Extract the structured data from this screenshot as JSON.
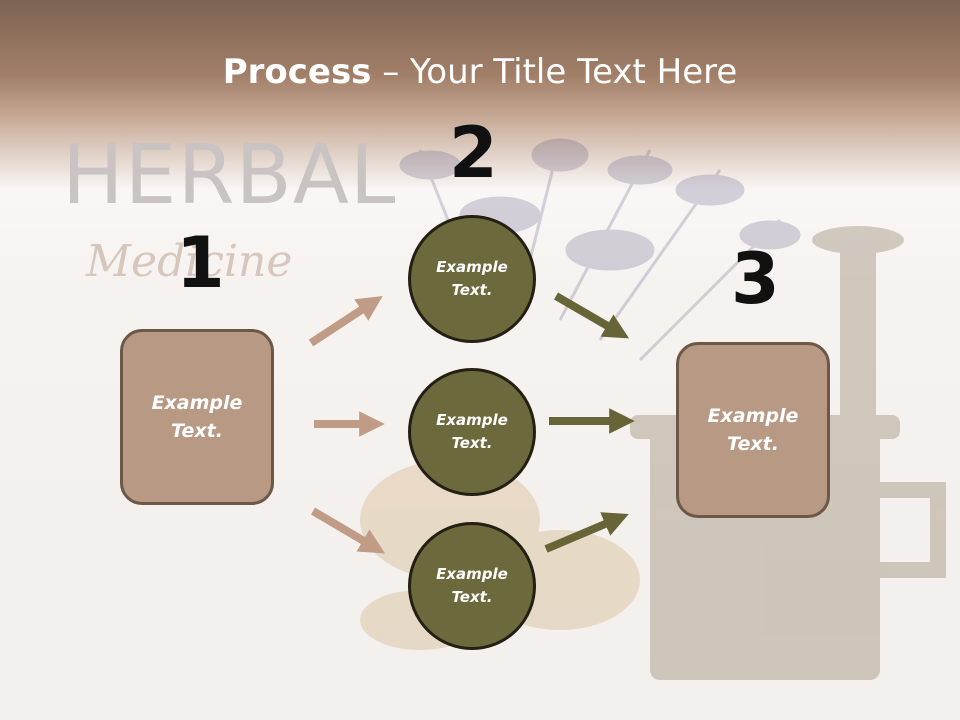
{
  "slide": {
    "title_bold": "Process",
    "title_rest": " – Your Title Text Here",
    "background_text": {
      "herbal": "HERBAL",
      "medicine": "Medicine"
    }
  },
  "steps": [
    {
      "number": "1",
      "text": "Example\nText."
    },
    {
      "number": "2",
      "text": ""
    },
    {
      "number": "3",
      "text": "Example\nText."
    }
  ],
  "circles": [
    {
      "text": "Example\nText."
    },
    {
      "text": "Example\nText."
    },
    {
      "text": "Example\nText."
    }
  ],
  "colors": {
    "box_fill": "#b79984",
    "circle_fill": "#6c6a3d",
    "arrow_tan": "#c09b86",
    "arrow_olive": "#676538"
  }
}
